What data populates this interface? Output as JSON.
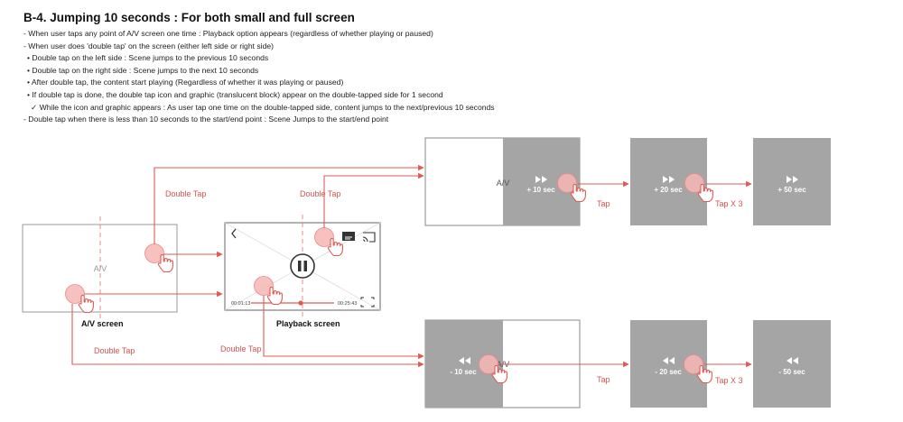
{
  "title": "B-4. Jumping 10 seconds : For both small and full screen",
  "bullets": [
    "- When user taps any point of A/V screen one time : Playback option appears (regardless of whether playing or paused)",
    "- When user does 'double tap' on the screen (either left side or right side)",
    "• Double tap on the left side : Scene jumps to the previous 10 seconds",
    "• Double tap on the right side : Scene jumps to the next 10 seconds",
    "• After double tap, the content start playing (Regardless of whether it was playing or paused)",
    "• If double tap is done, the double tap icon and graphic (translucent block) appear on the double-tapped side for 1 second",
    "✓ While the icon and graphic appears : As user tap one time on the double-tapped side, content jumps to the next/previous 10 seconds",
    "- Double tap when there is less than 10 seconds to the start/end point : Scene Jumps to the start/end point"
  ],
  "labels": {
    "double_tap": "Double Tap",
    "tap": "Tap",
    "tap_x3": "Tap X 3",
    "av": "A/V",
    "av_screen": "A/V screen",
    "playback_screen": "Playback screen",
    "time_start": "00:01:13",
    "time_end": "00:25:43"
  },
  "forward": [
    "+ 10 sec",
    "+ 20 sec",
    "+ 50 sec"
  ],
  "backward": [
    "- 10 sec",
    "- 20 sec",
    "- 50 sec"
  ],
  "colors": {
    "accent": "#d9534f",
    "overlay": "#a5a5a5",
    "frame": "#888888"
  }
}
